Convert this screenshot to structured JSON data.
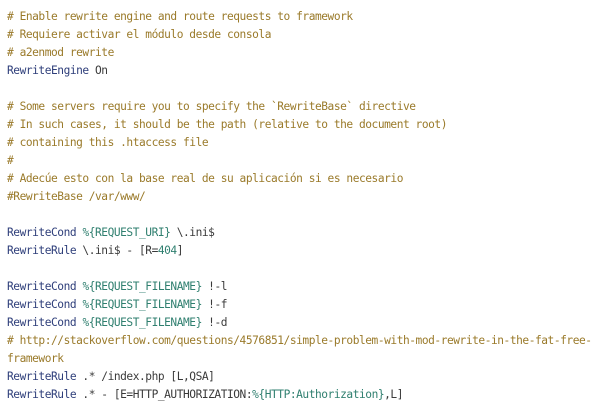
{
  "colors": {
    "background": "#ffffff",
    "comment": "#9a7a2a",
    "directive": "#2e3e7a",
    "text": "#3a3a3a",
    "variable": "#2f7f6f"
  },
  "lines": [
    {
      "comment": "# Enable rewrite engine and route requests to framework"
    },
    {
      "comment": "# Requiere activar el módulo desde consola"
    },
    {
      "comment": "# a2enmod rewrite"
    },
    {
      "directive": "RewriteEngine",
      "rest": " On"
    },
    {},
    {
      "comment": "# Some servers require you to specify the `RewriteBase` directive"
    },
    {
      "comment": "# In such cases, it should be the path (relative to the document root)"
    },
    {
      "comment": "# containing this .htaccess file"
    },
    {
      "comment": "#"
    },
    {
      "comment": "# Adecúe esto con la base real de su aplicación si es necesario"
    },
    {
      "comment": "#RewriteBase /var/www/"
    },
    {},
    {
      "directive": "RewriteCond",
      "pre": " ",
      "var": "%{REQUEST_URI}",
      "rest": " \\.ini$"
    },
    {
      "directive": "RewriteRule",
      "rest": " \\.ini$ - [R=",
      "num": "404",
      "tail": "]"
    },
    {},
    {
      "directive": "RewriteCond",
      "pre": " ",
      "var": "%{REQUEST_FILENAME}",
      "rest": " !-l"
    },
    {
      "directive": "RewriteCond",
      "pre": " ",
      "var": "%{REQUEST_FILENAME}",
      "rest": " !-f"
    },
    {
      "directive": "RewriteCond",
      "pre": " ",
      "var": "%{REQUEST_FILENAME}",
      "rest": " !-d"
    },
    {
      "comment": "# http://stackoverflow.com/questions/4576851/simple-problem-with-mod-rewrite-in-the-fat-free-"
    },
    {
      "comment": "framework"
    },
    {
      "directive": "RewriteRule",
      "rest": " .* /index.php [L,QSA]"
    },
    {
      "directive": "RewriteRule",
      "rest": " .* - [E=HTTP_AUTHORIZATION:",
      "var": "%{HTTP:Authorization}",
      "tail": ",L]"
    }
  ]
}
